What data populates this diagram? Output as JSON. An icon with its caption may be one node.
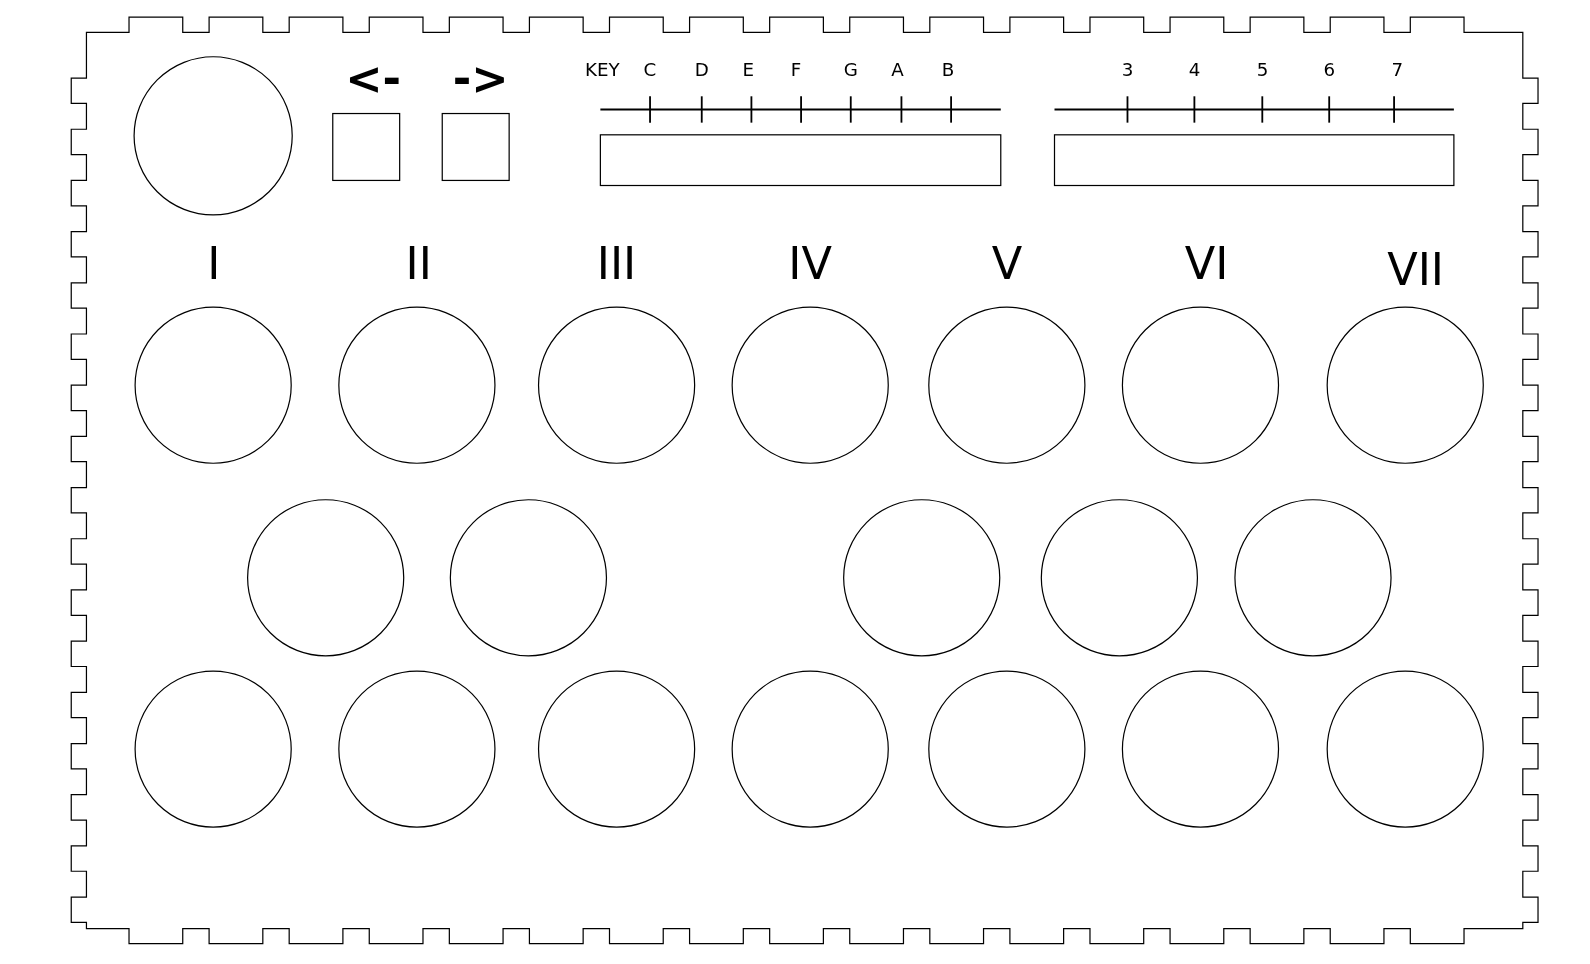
{
  "diagram": {
    "labels": [
      "<-",
      "->",
      "KEY",
      "C",
      "D",
      "E",
      "F",
      "G",
      "A",
      "B",
      "3",
      "4",
      "5",
      "6",
      "7",
      "I",
      "II",
      "III",
      "IV",
      "V",
      "VI",
      "VII"
    ]
  }
}
